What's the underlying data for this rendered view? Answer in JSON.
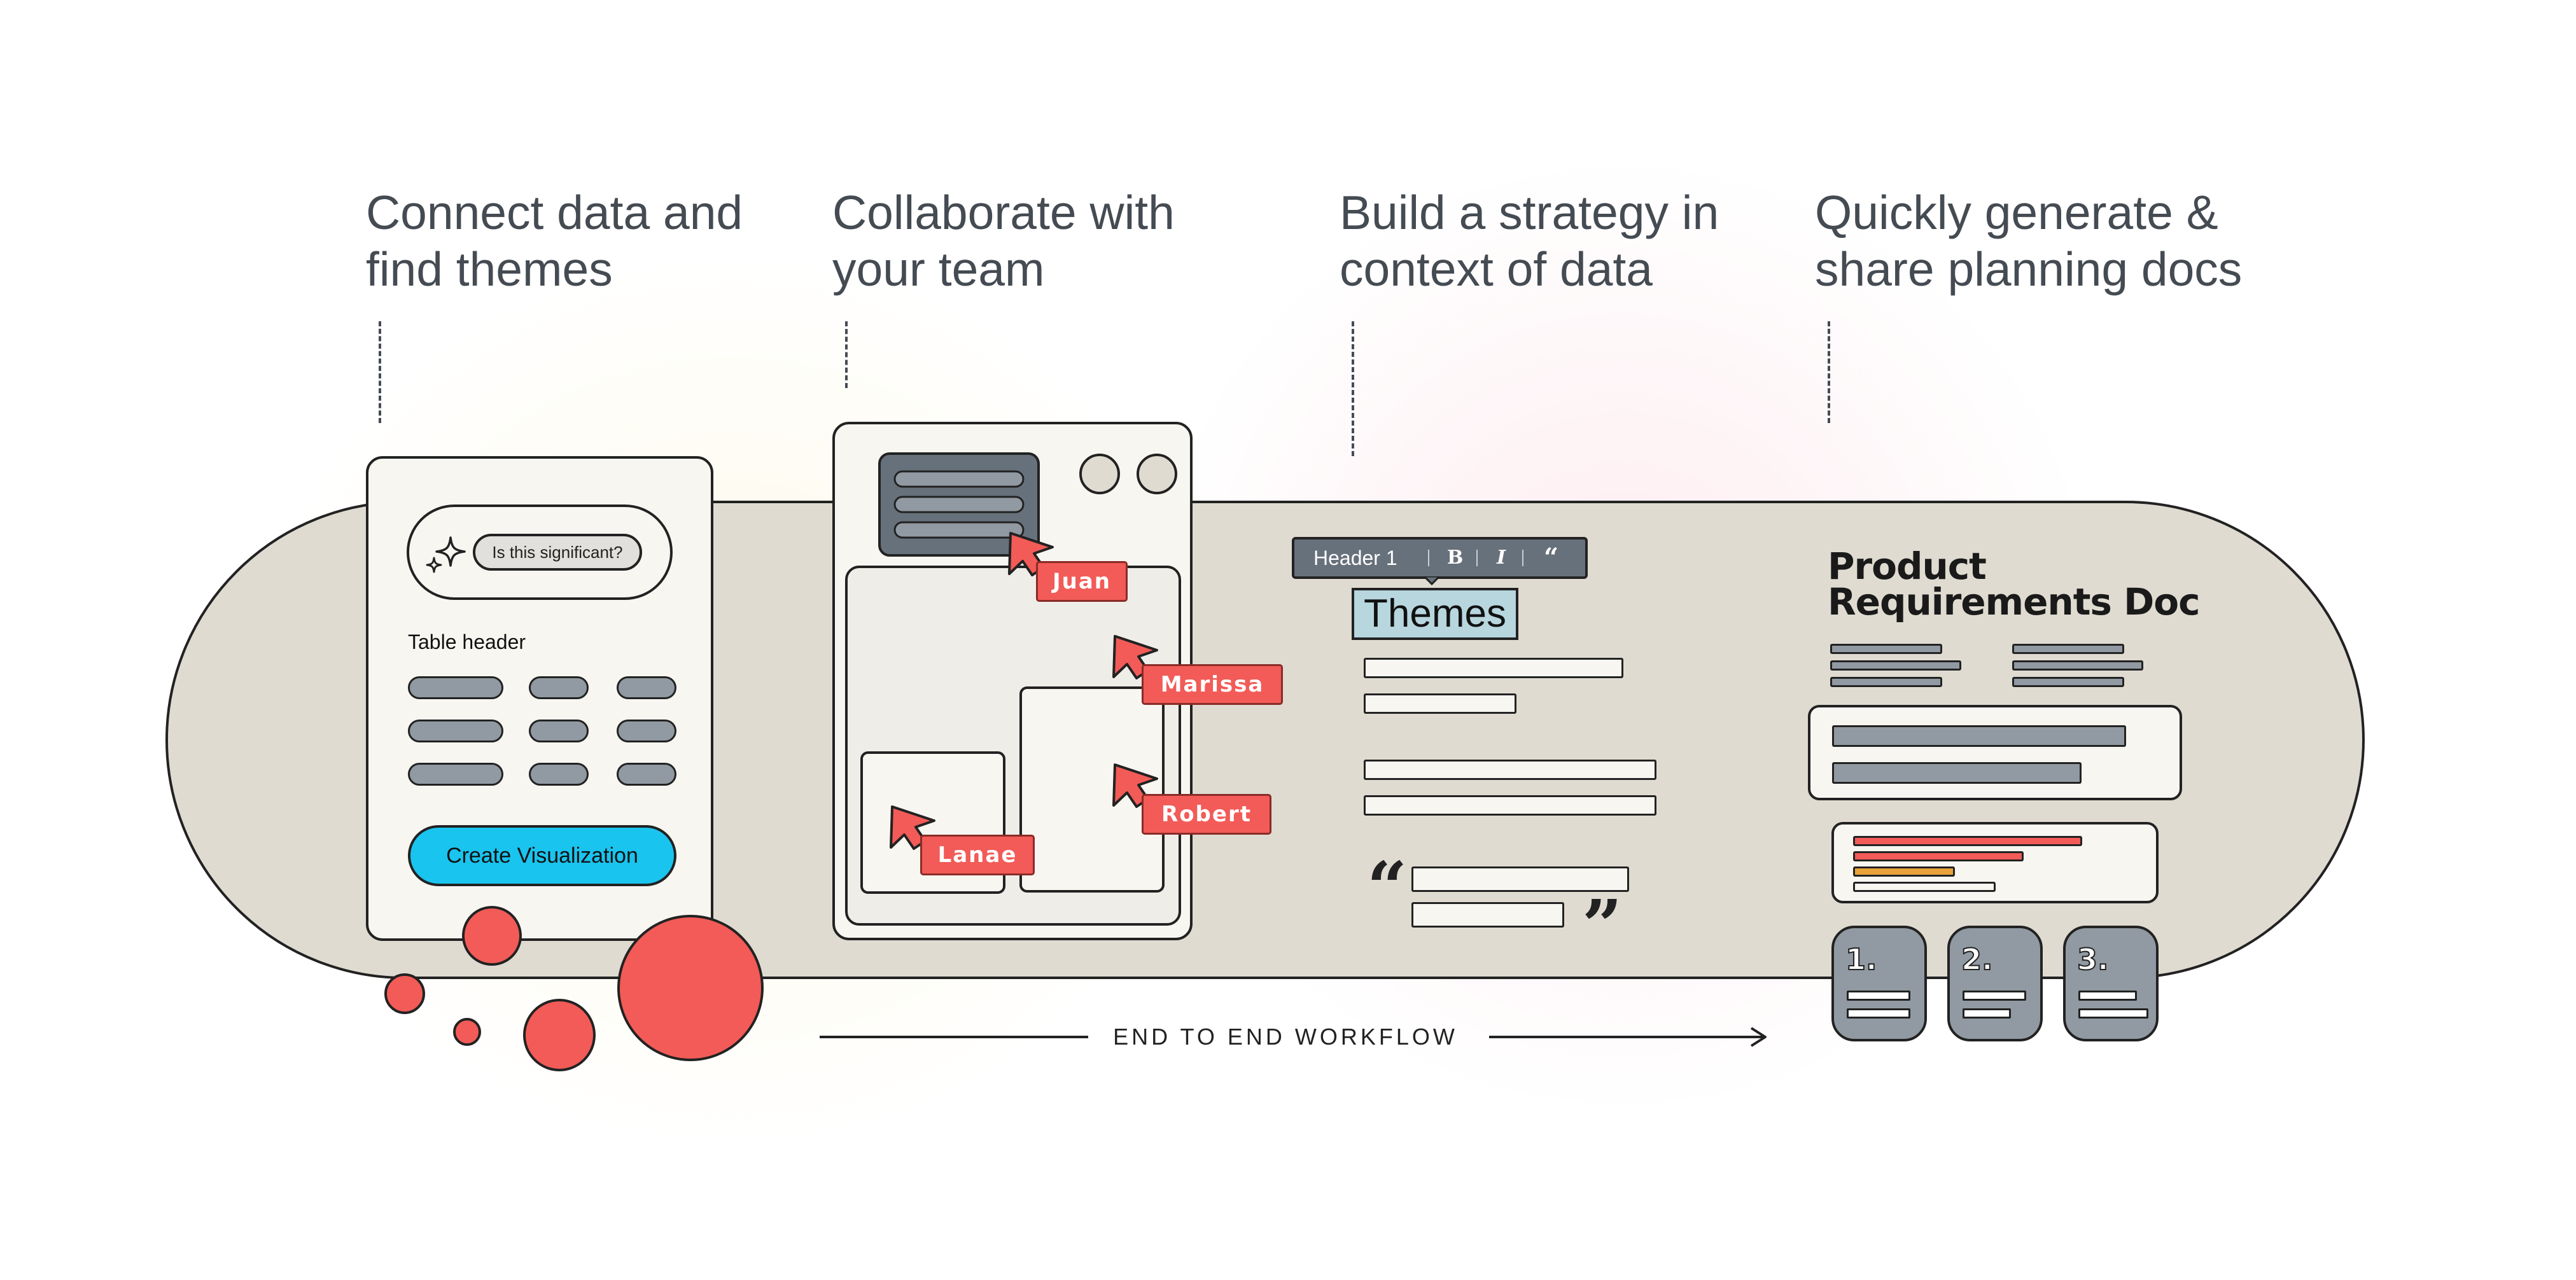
{
  "headings": [
    {
      "line1": "Connect data and",
      "line2": "find themes"
    },
    {
      "line1": "Collaborate with",
      "line2": "your team"
    },
    {
      "line1": "Build a strategy in",
      "line2": "context of data"
    },
    {
      "line1": "Quickly generate &",
      "line2": "share planning docs"
    }
  ],
  "connect_card": {
    "ask_prompt": "Is this significant?",
    "icon": "sparkle-icon",
    "table_header": "Table header",
    "button_label": "Create Visualization"
  },
  "collaborators": [
    "Juan",
    "Marissa",
    "Robert",
    "Lanae"
  ],
  "editor": {
    "toolbar_style": "Header 1",
    "bold_glyph": "B",
    "italic_glyph": "I",
    "quote_glyph": "“",
    "heading_text": "Themes",
    "open_quote": "“",
    "close_quote": "”"
  },
  "prd": {
    "title_line1": "Product",
    "title_line2": "Requirements Doc",
    "steps": [
      "1.",
      "2.",
      "3."
    ]
  },
  "workflow_label": "END TO END WORKFLOW",
  "colors": {
    "coral": "#f25b57",
    "cyan": "#19c4ee",
    "slate": "#67717c",
    "gray_pill": "#919aa2",
    "track": "#dfdbd1",
    "card_bg": "#f8f6f1",
    "theme_highlight": "#b7d6de",
    "text": "#454b52"
  }
}
